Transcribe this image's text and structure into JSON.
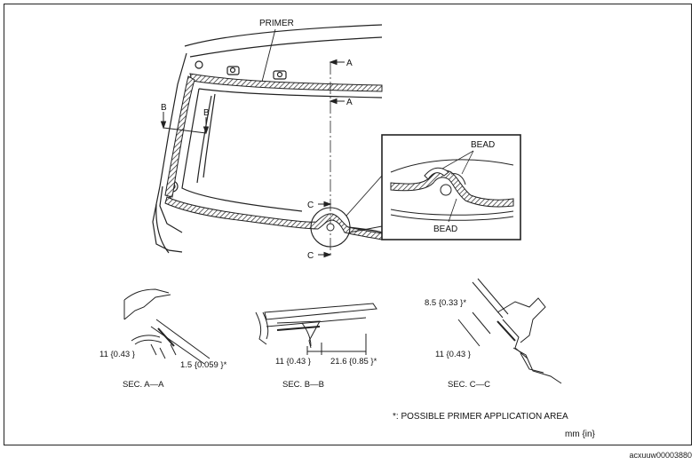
{
  "labels": {
    "primer": "PRIMER",
    "bead_upper": "BEAD",
    "bead_lower": "BEAD",
    "section_a_top": "A",
    "section_a_bottom": "A",
    "section_b_left": "B",
    "section_b_right": "B",
    "section_c_top": "C",
    "section_c_bottom": "C"
  },
  "sections": {
    "a": {
      "title": "SEC. A—A",
      "dim_width": "11 {0.43 }",
      "dim_primer": "1.5 {0.059 }*"
    },
    "b": {
      "title": "SEC. B—B",
      "dim_width": "11 {0.43 }",
      "dim_primer": "21.6 {0.85 }*"
    },
    "c": {
      "title": "SEC. C—C",
      "dim_primer": "8.5 {0.33 }*",
      "dim_width": "11 {0.43 }"
    }
  },
  "notes": {
    "asterisk": "*: POSSIBLE PRIMER APPLICATION AREA",
    "units": "mm {in}"
  },
  "figure_code": "acxuuw00003880"
}
